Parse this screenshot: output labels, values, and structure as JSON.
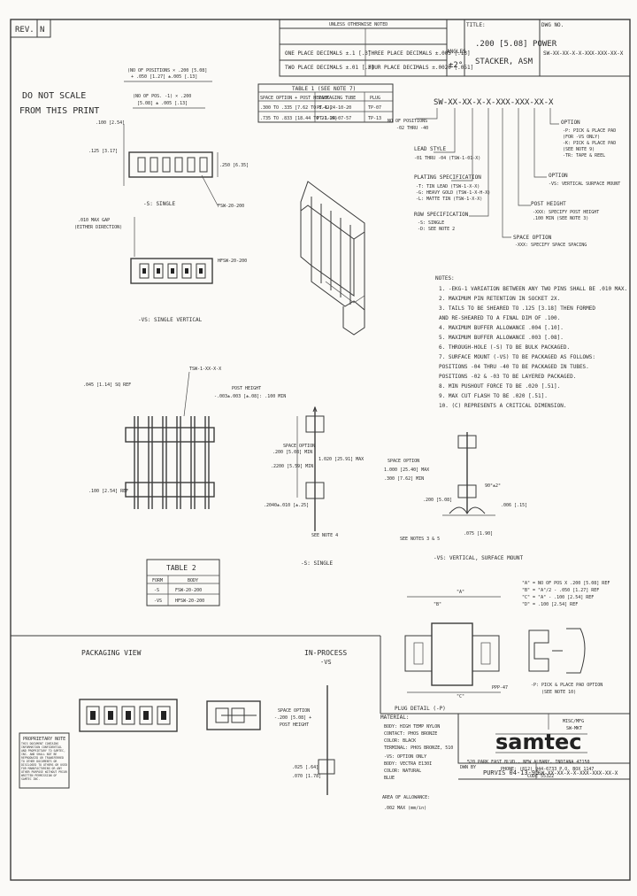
{
  "title_block": {
    "rev_label": "REV.",
    "rev_value": "N",
    "title_label": "TITLE:",
    "title_line1": ".200 [5.08] POWER",
    "title_line2": "STACKER, ASM",
    "dwg_label": "DWG NO.",
    "dwg_no": "SW-XX-XX-X-X-XXX-XXX-XX-X",
    "tol_header": "UNLESS OTHERWISE NOTED",
    "tol_row1a": "ONE PLACE DECIMALS ±.1 [.3]",
    "tol_row1b": "THREE PLACE DECIMALS ±.005 [.13]",
    "tol_row2a": "TWO PLACE DECIMALS ±.01 [.3]",
    "tol_row2b": "FOUR PLACE DECIMALS ±.0020 [.051]",
    "angles_label": "ANGLES",
    "angles_value": "±2°"
  },
  "do_not_scale": [
    "DO NOT SCALE",
    "FROM THIS PRINT"
  ],
  "top_view": {
    "dim_no_pos": "(NO OF POSITIONS × .200 [5.08]",
    "dim_no_pos2": "+ .050 [1.27] ±.005 [.13]",
    "dim_pitch": "(NO OF POS. -1) × .200",
    "dim_pitch2": "[5.08] ± .005 [.13]",
    "dim_100": ".100 [2.54]",
    "dim_125": ".125 [3.17]",
    "dim_250": ".250 [6.35]",
    "part_label": "FSW-20-200",
    "caption": "-S: SINGLE"
  },
  "vs_view": {
    "gap_note": ".010 MAX GAP",
    "gap_note2": "(EITHER DIRECTION)",
    "part_label": "HFSW-20-200",
    "caption": "-VS: SINGLE VERTICAL"
  },
  "table1": {
    "title": "TABLE 1 (SEE NOTE 7)",
    "headers": [
      "SPACE OPTION + POST HEIGHT",
      "PACKAGING TUBE",
      "PLUG"
    ],
    "rows": [
      [
        ".300 TO .335 [7.62 TO 8.42]",
        "PT-1-24-10-20",
        "TP-07"
      ],
      [
        ".735 TO .833 [18.44 TO 21.16]",
        "PT-1-24-07-57",
        "TP-13"
      ]
    ]
  },
  "part_number": {
    "pattern": "SW-XX-XX-X-X-XXX-XXX-XX-X",
    "no_positions": "NO OF POSITIONS",
    "no_positions_range": "-02 THRU -40",
    "lead_style": "LEAD STYLE",
    "lead_style_val": "-01 THRU -04 (TSW-1-01-X)",
    "plating": "PLATING SPECIFICATION",
    "plating_vals": [
      "-T: TIN LEAD (TSW-1-X-X)",
      "-G: HEAVY GOLD (TSW-1-X-H-X)",
      "-L: MATTE TIN (TSW-1-X-X)"
    ],
    "row_spec": "ROW SPECIFICATION",
    "row_spec_vals": [
      "-S: SINGLE",
      "-D: SEE NOTE 2"
    ],
    "space_option": "SPACE OPTION",
    "space_option_val": "-XXX: SPECIFY SPACE SPACING",
    "post_height": "POST HEIGHT",
    "post_height_vals": [
      "-XXX: SPECIFY POST HEIGHT",
      ".100 MIN (SEE NOTE 3)"
    ],
    "option": "OPTION",
    "option_val": "-VS: VERTICAL SURFACE MOUNT",
    "option2": "OPTION",
    "option2_vals": [
      "-P: PICK & PLACE PAD",
      "(FOR -VS ONLY)",
      "-K: PICK & PLACE PAD",
      "(SEE NOTE 9)",
      "-TR: TAPE & REEL"
    ]
  },
  "notes": {
    "title": "NOTES:",
    "items": [
      "1. -EKG-1 VARIATION BETWEEN ANY TWO PINS SHALL BE .010 MAX.",
      "2. MAXIMUM PIN RETENTION IN SOCKET 2X.",
      "3. TAILS TO BE SHEARED TO .125 [3.18] THEN FORMED",
      "   AND RE-SHEARED TO A FINAL DIM OF .100.",
      "4. MAXIMUM BUFFER ALLOWANCE .004 [.10].",
      "5. MAXIMUM BUFFER ALLOWANCE .003 [.08].",
      "6. THROUGH-HOLE (-S) TO BE BULK PACKAGED.",
      "7. SURFACE MOUNT (-VS) TO BE PACKAGED AS FOLLOWS:",
      "   POSITIONS -04 THRU -40 TO BE PACKAGED IN TUBES.",
      "   POSITIONS -02 & -03 TO BE LAYERED PACKAGED.",
      "8. MIN PUSHOUT FORCE TO BE .020 [.51].",
      "9. MAX CUT FLASH TO BE .020 [.51].",
      "10. (C) REPRESENTS A CRITICAL DIMENSION."
    ]
  },
  "side_views": {
    "tsw_label": "TSW-1-XX-X-X",
    "dim_045": ".045 [1.14] SQ REF",
    "post_height": "POST HEIGHT",
    "post_height_dim": "-.003±.003 [±.08]: .100 MIN",
    "dim_100b": ".100 [2.54] REF",
    "space_option_lbl": "SPACE OPTION",
    "space_option_dim": ".200 [5.08] MIN",
    "dim_1020": "1.020 [25.91] MAX",
    "dim_2200": ".2200 [5.59] MIN",
    "dim_2040": ".2040±.010 [±.25]",
    "see_note4": "SEE NOTE 4",
    "caption_s": "-S: SINGLE",
    "vs_space_option": "SPACE OPTION",
    "vs_dim1": "1.000 [25.40] MAX",
    "vs_dim2": ".300 [7.62] MIN",
    "vs_dim3": ".200 [5.08]",
    "vs_angle": "90°±2°",
    "vs_flat": ".006 [.15]",
    "vs_dim4": ".075 [1.90]",
    "vs_see_note": "SEE NOTES 3 & 5",
    "caption_vs": "-VS: VERTICAL, SURFACE MOUNT"
  },
  "table2": {
    "title": "TABLE 2",
    "headers": [
      "FORM",
      "BODY"
    ],
    "rows": [
      [
        "-S",
        "FSW-20-200"
      ],
      [
        "-VS",
        "HFSW-20-200"
      ]
    ]
  },
  "pp_view": {
    "notes": [
      "\"A\" = NO OF POS X .200 [5.08] REF",
      "\"B\" = \"A\"/2 - .050 [1.27] REF",
      "\"C\" = \"A\" - .100 [2.54] REF",
      "\"D\" = .100 [2.54] REF"
    ],
    "pp_label": "PPP-47",
    "pp_note": "-P: PICK & PLACE PAD OPTION",
    "pp_note2": "(SEE NOTE 10)",
    "caption": "PLUG DETAIL (-P)",
    "a": "\"A\"",
    "b": "\"B\"",
    "c": "\"C\""
  },
  "packaging": {
    "title": "PACKAGING VIEW",
    "inprocess": "IN-PROCESS",
    "inprocess_sub": "-VS",
    "space_lbl": "SPACE OPTION",
    "space_dim": "-.200 [5.08] +",
    "post_lbl": "POST HEIGHT",
    "dim_025": ".025 [.64]",
    "dim_070": ".070 [1.78]"
  },
  "material": {
    "title": "MATERIAL:",
    "lines": [
      "BODY: HIGH TEMP NYLON",
      "CONTACT: PHOS BRONZE",
      "COLOR: BLACK",
      "TERMINAL: PHOS BRONZE, 510",
      "-VS: OPTION ONLY",
      "BODY: VECTRA E130I",
      "COLOR: NATURAL",
      "BLUE"
    ],
    "allowance_title": "AREA OF ALLOWANCE:",
    "allowance_val": ".002 MAX (mm/in)"
  },
  "proprietary": {
    "title": "PROPRIETARY NOTE",
    "text": "THIS DOCUMENT CONTAINS INFORMATION CONFIDENTIAL AND PROPRIETARY TO SAMTEC, INC. AND SHALL NOT BE REPRODUCED OR TRANSFERRED TO OTHER DOCUMENTS OR DISCLOSED TO OTHERS OR USED FOR MANUFACTURING OR ANY OTHER PURPOSE WITHOUT PRIOR WRITTEN PERMISSION OF SAMTEC INC."
  },
  "company": {
    "logo": "samtec",
    "mfg_label": "MISC/MFG",
    "mfg_val": "SW-MKT",
    "addr1": "520 PARK EAST BLVD., NEW ALBANY, INDIANA 47150",
    "addr2": "PHONE: (812) 944-6733  P.O. BOX 1147",
    "addr3": "CODE 55322",
    "by_label": "DWN BY",
    "by_val": "PURVIS 04-13-95",
    "dwg_no": "SW-XX-XX-X-X-XXX-XXX-XX-X"
  }
}
